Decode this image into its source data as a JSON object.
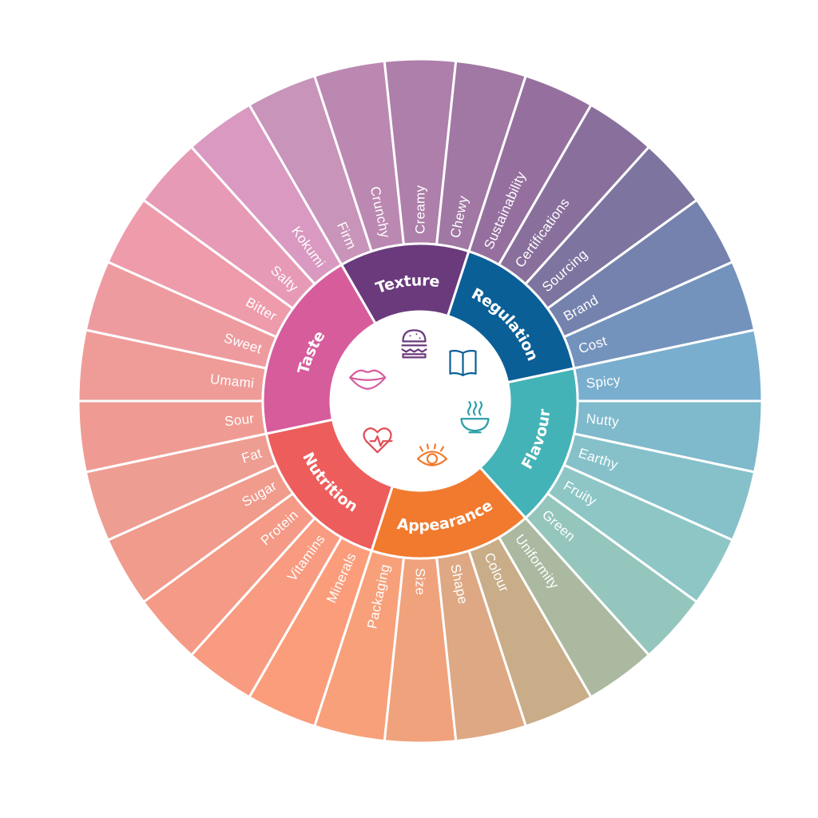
{
  "wheel": {
    "categories": [
      {
        "key": "texture",
        "label": "Texture",
        "color": "#6a3a7c",
        "icon": "burger-icon",
        "items": [
          "Firm",
          "Crunchy",
          "Creamy",
          "Chewy"
        ]
      },
      {
        "key": "regulation",
        "label": "Regulation",
        "color": "#0b5f97",
        "icon": "open-book-icon",
        "items": [
          "Sustainability",
          "Certifications",
          "Sourcing",
          "Brand",
          "Cost"
        ]
      },
      {
        "key": "flavour",
        "label": "Flavour",
        "color": "#44b3b7",
        "icon": "steaming-bowl-icon",
        "items": [
          "Spicy",
          "Nutty",
          "Earthy",
          "Fruity",
          "Green"
        ]
      },
      {
        "key": "appearance",
        "label": "Appearance",
        "color": "#f17a2e",
        "icon": "eye-icon",
        "items": [
          "Uniformity",
          "Colour",
          "Shape",
          "Size",
          "Packaging"
        ]
      },
      {
        "key": "nutrition",
        "label": "Nutrition",
        "color": "#ec5d5c",
        "icon": "heart-pulse-icon",
        "items": [
          "Minerals",
          "Vitamins",
          "Protein",
          "Sugar",
          "Fat"
        ]
      },
      {
        "key": "taste",
        "label": "Taste",
        "color": "#d75c9c",
        "icon": "lips-icon",
        "items": [
          "Sour",
          "Umami",
          "Sweet",
          "Bitter",
          "Salty",
          "Kokumi"
        ]
      }
    ],
    "outer_colors": [
      "#c894b9",
      "#bb88b1",
      "#ae7fab",
      "#a078a3",
      "#95709f",
      "#89709c",
      "#7d749f",
      "#7582ad",
      "#7393bd",
      "#7aaece",
      "#7fb9cc",
      "#86c1ca",
      "#8ec6c6",
      "#95c6bd",
      "#aab9a0",
      "#c9ad88",
      "#dda883",
      "#f0a27c",
      "#f7a07a",
      "#fb9d7b",
      "#f99b80",
      "#f49a86",
      "#f09b8c",
      "#ee9d92",
      "#ef9b93",
      "#ef9c98",
      "#ee9ba0",
      "#ee9bab",
      "#e79ab6",
      "#d999c0"
    ],
    "icon_colors": {
      "burger-icon": "#6a3a7c",
      "open-book-icon": "#0b5f97",
      "steaming-bowl-icon": "#2aa0a6",
      "eye-icon": "#f17a2e",
      "heart-pulse-icon": "#e24c55",
      "lips-icon": "#d75c9c"
    }
  }
}
